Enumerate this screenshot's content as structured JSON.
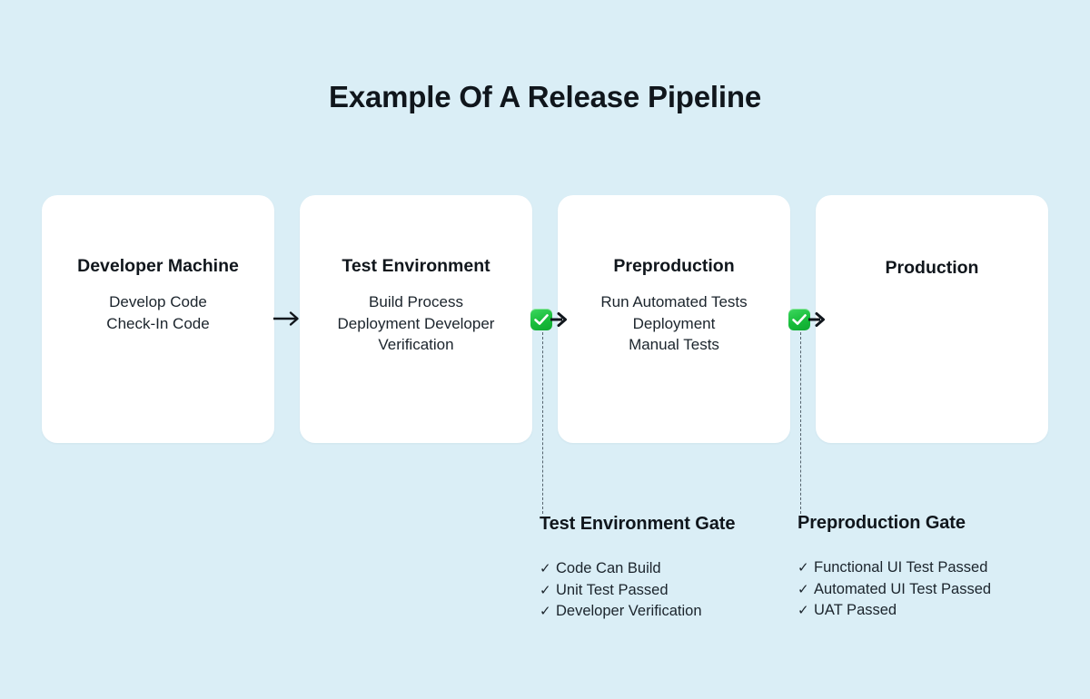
{
  "page": {
    "title": "Example Of A Release Pipeline",
    "background_color": "#daeef6",
    "card_color": "#ffffff",
    "accent_green": "#18bd3b",
    "text_color": "#10161c"
  },
  "stages": [
    {
      "name": "Developer Machine",
      "lines": [
        "Develop Code",
        "Check-In Code"
      ]
    },
    {
      "name": "Test Environment",
      "lines": [
        "Build Process",
        "Deployment Developer",
        "Verification"
      ]
    },
    {
      "name": "Preproduction",
      "lines": [
        "Run Automated Tests",
        "Deployment",
        "Manual Tests"
      ]
    },
    {
      "name": "Production",
      "lines": []
    }
  ],
  "connectors": [
    {
      "kind": "arrow",
      "icon": "arrow-right-icon",
      "from": "Developer Machine",
      "to": "Test Environment"
    },
    {
      "kind": "gate",
      "icon": "green-check-badge-icon",
      "from": "Test Environment",
      "to": "Preproduction"
    },
    {
      "kind": "gate",
      "icon": "green-check-badge-icon",
      "from": "Preproduction",
      "to": "Production"
    }
  ],
  "gates": [
    {
      "heading": "Test Environment Gate",
      "check_glyph": "✓",
      "items": [
        "Code Can Build",
        "Unit Test Passed",
        "Developer Verification"
      ]
    },
    {
      "heading": "Preproduction Gate",
      "check_glyph": "✓",
      "items": [
        "Functional UI Test Passed",
        "Automated UI Test Passed",
        "UAT Passed"
      ]
    }
  ]
}
